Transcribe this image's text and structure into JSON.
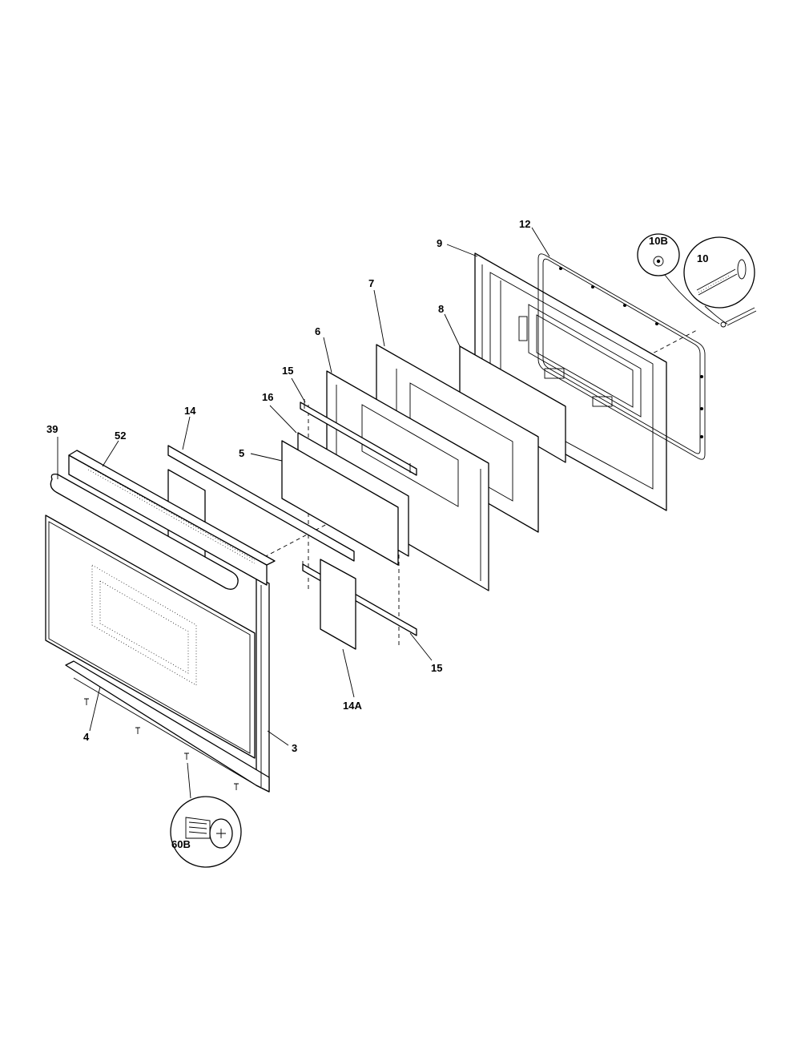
{
  "callouts": {
    "c39": "39",
    "c52": "52",
    "c14": "14",
    "c16": "16",
    "c15_top": "15",
    "c6": "6",
    "c7": "7",
    "c8": "8",
    "c9": "9",
    "c12": "12",
    "c10B": "10B",
    "c10": "10",
    "c5": "5",
    "c15_bottom": "15",
    "c14A": "14A",
    "c4": "4",
    "c3": "3",
    "c60B": "60B"
  }
}
